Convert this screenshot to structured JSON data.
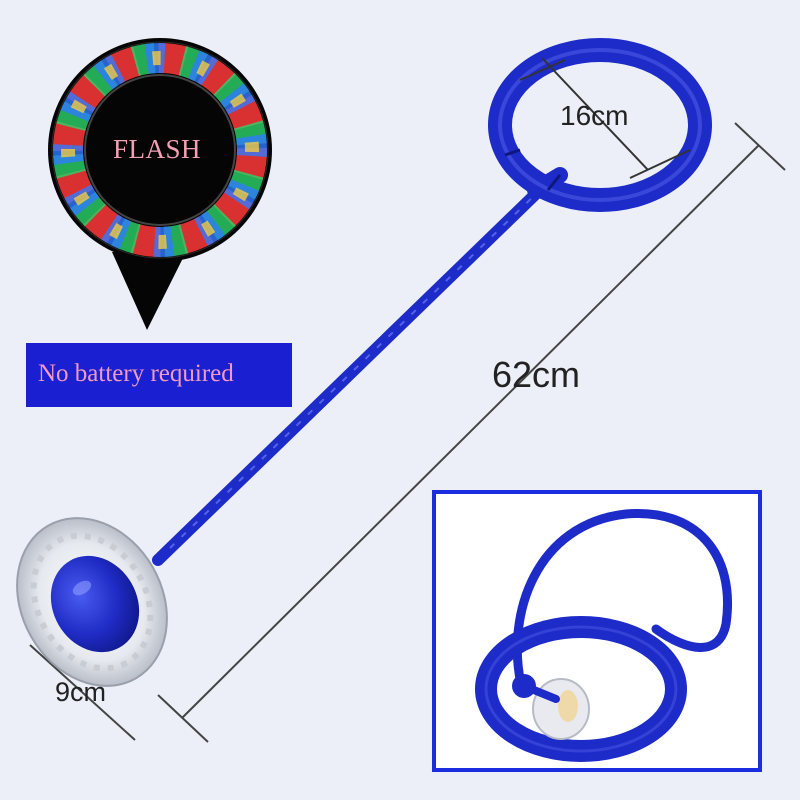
{
  "badge": {
    "flash_text": "FLASH"
  },
  "banner": {
    "text": "No battery required"
  },
  "dimensions": {
    "ring": "16cm",
    "length": "62cm",
    "wheel": "9cm"
  },
  "colors": {
    "background": "#eceff8",
    "toy_blue": "#2233cc",
    "banner_blue": "#1a1fd2",
    "banner_text": "#f29bbd",
    "flash_text": "#f2a0b4",
    "inset_border": "#1b2de0"
  }
}
